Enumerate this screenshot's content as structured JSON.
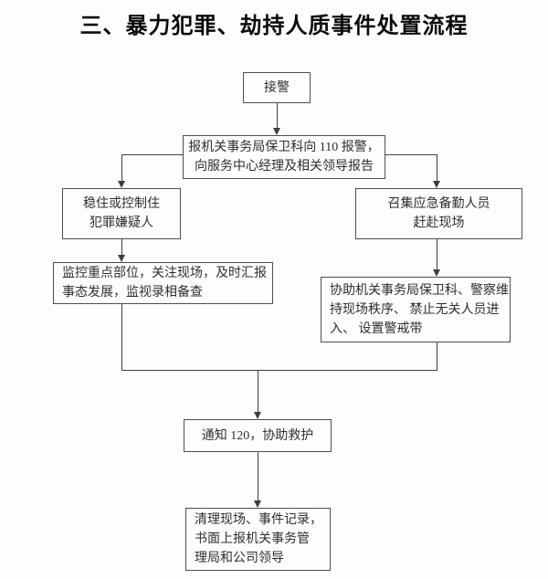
{
  "title": "三、暴力犯罪、劫持人质事件处置流程",
  "flow": {
    "nodes": [
      {
        "id": "receive-alarm",
        "lines": [
          "接警"
        ]
      },
      {
        "id": "report-110",
        "lines": [
          "报机关事务局保卫科向 110 报警，",
          "向服务中心经理及相关领导报告"
        ]
      },
      {
        "id": "control-suspect",
        "lines": [
          "稳住或控制住",
          "犯罪嫌疑人"
        ]
      },
      {
        "id": "assemble-personnel",
        "lines": [
          "召集应急备勤人员",
          "赶赴现场"
        ]
      },
      {
        "id": "monitor-key-areas",
        "lines": [
          "监控重点部位，关注现场，及时汇报",
          "事态发展，监视录相备查"
        ]
      },
      {
        "id": "assist-security",
        "lines": [
          "协助机关事务局保卫科、警察维",
          "持现场秩序、 禁止无关人员进",
          "入、 设置警戒带"
        ]
      },
      {
        "id": "notify-120",
        "lines": [
          "通知 120，协助救护"
        ]
      },
      {
        "id": "cleanup-report",
        "lines": [
          "清理现场、事件记录，",
          "书面上报机关事务管",
          "理局和公司领导"
        ]
      }
    ],
    "colors": {
      "background": "#fdfdfd",
      "box_border": "#4e4e4e",
      "text": "#2e2e2e",
      "title_text": "#0a0a0a",
      "connector": "#3f3f3f"
    }
  }
}
